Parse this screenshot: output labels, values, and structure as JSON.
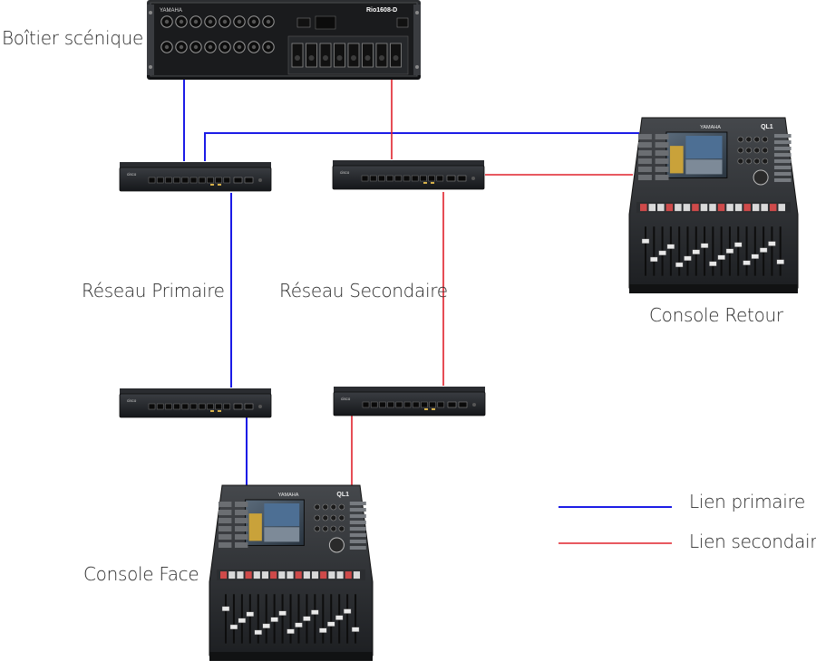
{
  "labels": {
    "stagebox": "Boîtier scénique",
    "primary_network": "Réseau Primaire",
    "secondary_network": "Réseau Secondaire",
    "monitor_console": "Console Retour",
    "foh_console": "Console Face"
  },
  "devices": {
    "stagebox_brand": "YAMAHA",
    "stagebox_model": "Rio1608-D",
    "switch_brand": "cisco",
    "console_brand": "YAMAHA",
    "console_model": "QL1"
  },
  "legend": {
    "primary": "Lien primaire",
    "secondary": "Lien secondaire"
  },
  "colors": {
    "primary_link": "#1a1ae6",
    "secondary_link": "#e0202a"
  }
}
